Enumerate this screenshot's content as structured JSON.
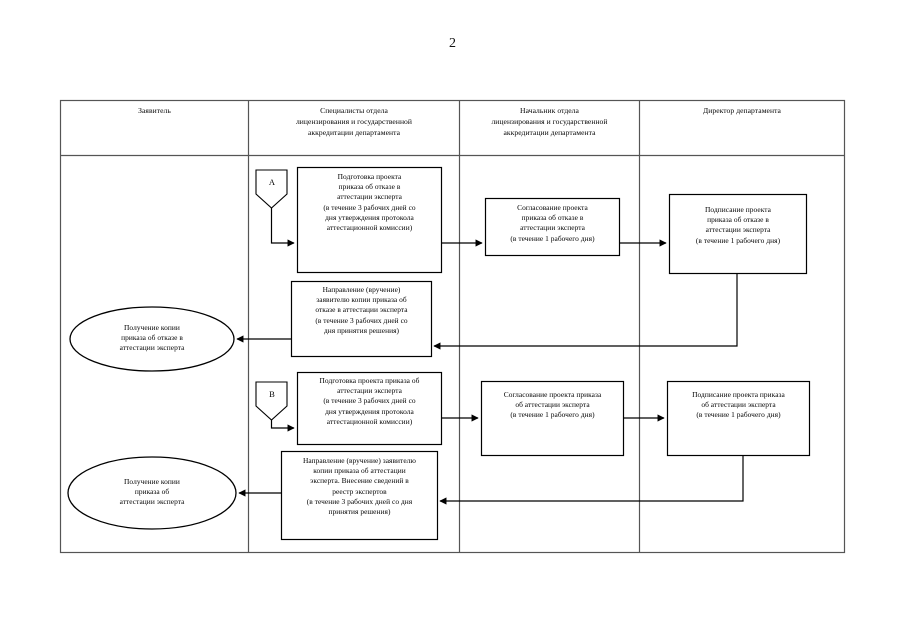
{
  "document": {
    "page_number": "2",
    "type": "process-flowchart",
    "language": "ru"
  },
  "swimlanes": [
    {
      "id": "applicant",
      "title": "Заявитель"
    },
    {
      "id": "specialists",
      "title": "Специалисты отдела лицензирования и государственной аккредитации департамента"
    },
    {
      "id": "head",
      "title": "Начальник отдела лицензирования и государственной аккредитации департамента"
    },
    {
      "id": "director",
      "title": "Директор департамента"
    }
  ],
  "headers": {
    "col1": "Заявитель",
    "col2_line1": "Специалисты отдела",
    "col2_line2": "лицензирования и государственной",
    "col2_line3": "аккредитации департамента",
    "col3_line1": "Начальник отдела",
    "col3_line2": "лицензирования и государственной",
    "col3_line3": "аккредитации департамента",
    "col4": "Директор департамента"
  },
  "connectors": {
    "a": "А",
    "b": "В"
  },
  "nodes": {
    "prepare_refusal": {
      "shape": "process",
      "lines": [
        "Подготовка проекта",
        "приказа об отказе  в",
        "аттестации эксперта",
        "(в течение 3 рабочих дней со",
        "дня утверждения протокола",
        "аттестационной комиссии)"
      ]
    },
    "approve_refusal": {
      "shape": "process",
      "lines": [
        "Согласование проекта",
        "приказа об отказе  в",
        "аттестации эксперта",
        "(в течение 1 рабочего дня)"
      ]
    },
    "sign_refusal": {
      "shape": "process",
      "lines": [
        "Подписание проекта",
        "приказа об отказе  в",
        "аттестации эксперта",
        "(в течение 1 рабочего дня)"
      ]
    },
    "send_refusal": {
      "shape": "process",
      "lines": [
        "Направление (вручение)",
        "заявителю копии приказа об",
        "отказе  в аттестации эксперта",
        "(в течение 3 рабочих дней со",
        "дня принятия решения)"
      ]
    },
    "receive_refusal": {
      "shape": "terminator-ellipse",
      "lines": [
        "Получение копии",
        "приказа об отказе  в",
        "аттестации эксперта"
      ]
    },
    "prepare_attest": {
      "shape": "process",
      "lines": [
        "Подготовка проекта приказа об",
        "аттестации эксперта",
        "(в течение 3 рабочих дней со",
        "дня утверждения протокола",
        "аттестационной комиссии)"
      ]
    },
    "approve_attest": {
      "shape": "process",
      "lines": [
        "Согласование проекта приказа",
        "об аттестации эксперта",
        "(в течение 1 рабочего дня)"
      ]
    },
    "sign_attest": {
      "shape": "process",
      "lines": [
        "Подписание проекта приказа",
        "об аттестации эксперта",
        "(в течение 1 рабочего дня)"
      ]
    },
    "send_attest": {
      "shape": "process",
      "lines": [
        "Направление (вручение) заявителю",
        "копии приказа об аттестации",
        "эксперта. Внесение сведений в",
        "реестр экспертов",
        "(в течение 3 рабочих дней со дня",
        "принятия решения)"
      ]
    },
    "receive_attest": {
      "shape": "terminator-ellipse",
      "lines": [
        "Получение копии",
        "приказа об",
        "аттестации эксперта"
      ]
    }
  },
  "style": {
    "stroke": "#000000",
    "fill": "#ffffff",
    "frame_stroke": "#555555",
    "background": "#ffffff"
  }
}
